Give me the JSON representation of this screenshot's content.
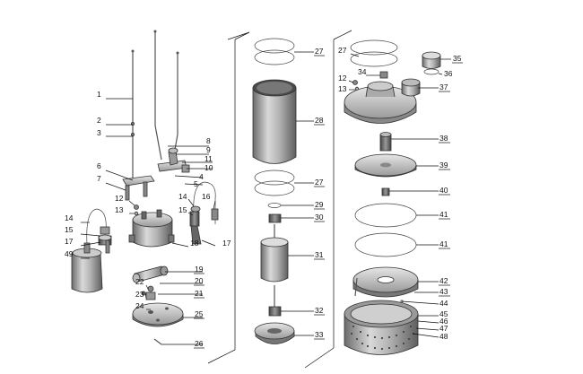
{
  "parts": {
    "left": [
      "1",
      "2",
      "3",
      "6",
      "7",
      "12",
      "13",
      "14",
      "15",
      "17",
      "49",
      "22",
      "23",
      "24",
      "8",
      "9",
      "11",
      "10",
      "4",
      "5",
      "14",
      "16",
      "15",
      "18",
      "17",
      "19",
      "20",
      "21",
      "25",
      "26"
    ],
    "middle": [
      "27",
      "28",
      "27",
      "29",
      "30",
      "31",
      "32",
      "33"
    ],
    "right": [
      "27",
      "34",
      "12",
      "13",
      "35",
      "36",
      "37",
      "38",
      "39",
      "40",
      "41",
      "41",
      "42",
      "43",
      "44",
      "45",
      "46",
      "47",
      "48"
    ]
  }
}
